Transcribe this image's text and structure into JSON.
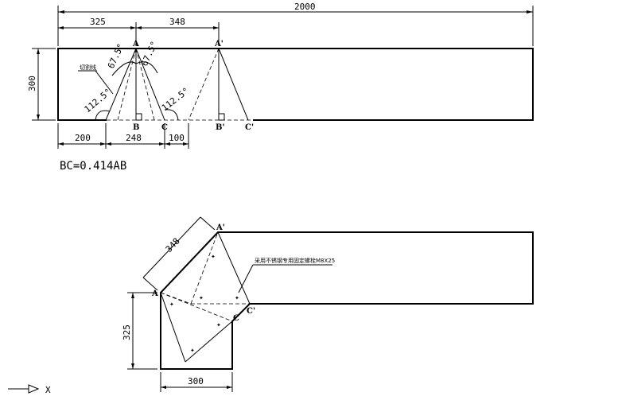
{
  "top": {
    "dim_total": "2000",
    "dim_325": "325",
    "dim_348": "348",
    "dim_300": "300",
    "dim_200": "200",
    "dim_248": "248",
    "dim_100": "100",
    "label_A": "A",
    "label_A_prime": "A'",
    "label_B": "B",
    "label_C": "C",
    "label_B_prime": "B'",
    "label_C_prime": "C'",
    "angle_67_5_left": "67.5°",
    "angle_67_5_right": "67.5°",
    "angle_112_5_left": "112.5°",
    "angle_112_5_right": "112.5°",
    "cut_line_label": "切割线",
    "formula": "BC=0.414AB"
  },
  "bottom": {
    "dim_348": "348",
    "dim_325": "325",
    "dim_300": "300",
    "label_A": "A",
    "label_A_prime": "A'",
    "label_C": "C",
    "label_C_prime": "C'",
    "screw_note": "采用不锈钢专用固定螺栓M8X25"
  },
  "axis": {
    "x_label": "X"
  }
}
